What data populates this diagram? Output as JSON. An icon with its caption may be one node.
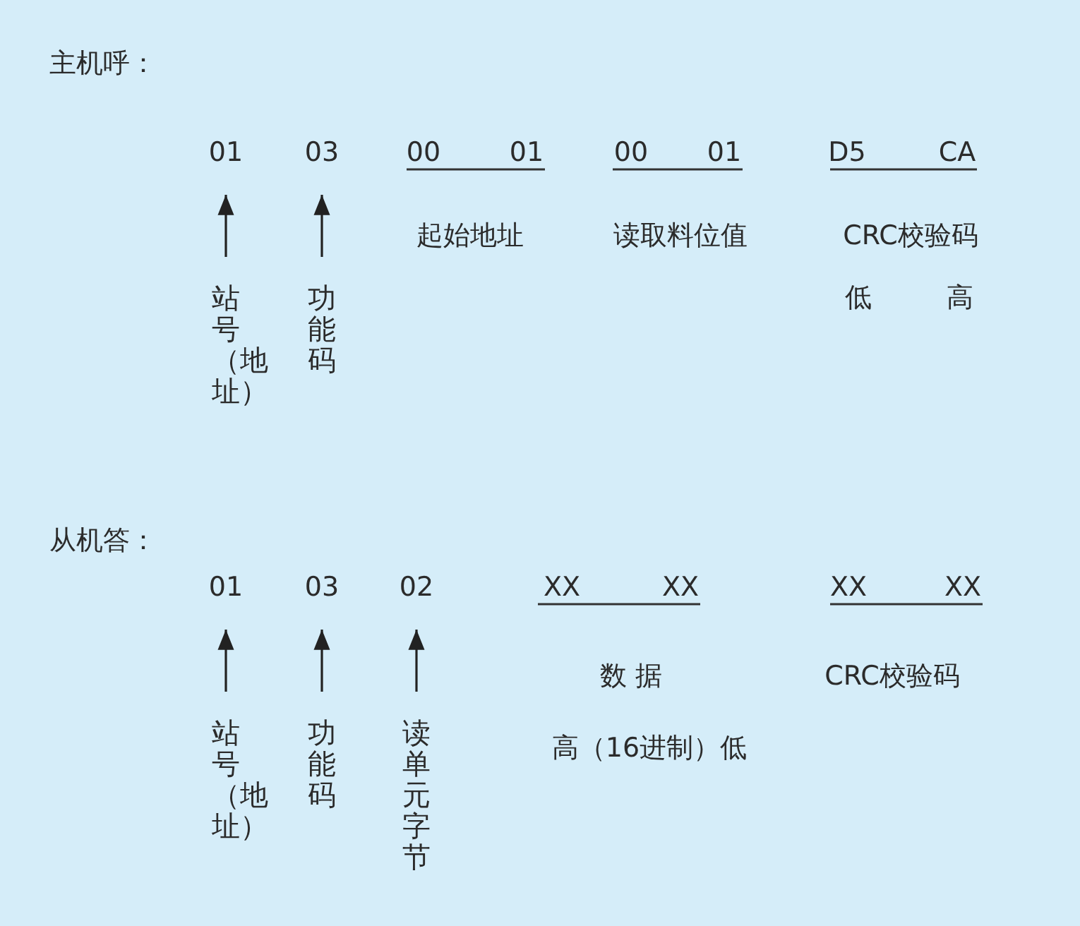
{
  "diagram": {
    "nodes": [
      {
        "text": [
          "01"
        ]
      },
      {
        "text": [
          "03"
        ]
      },
      {
        "text": [
          "站号（地址）"
        ]
      },
      {
        "text": [
          "功能码"
        ]
      },
      {
        "text": [
          "01"
        ]
      },
      {
        "text": [
          "03"
        ]
      },
      {
        "text": [
          "02"
        ]
      },
      {
        "text": [
          "站号（地址）"
        ]
      },
      {
        "text": [
          "功能码"
        ]
      },
      {
        "text": [
          "读单元字节"
        ]
      }
    ],
    "edges": [
      {
        "from": 2,
        "to": 0,
        "arrow": "to"
      },
      {
        "from": 3,
        "to": 1,
        "arrow": "to"
      },
      {
        "from": 7,
        "to": 4,
        "arrow": "to"
      },
      {
        "from": 8,
        "to": 5,
        "arrow": "to"
      },
      {
        "from": 9,
        "to": 6,
        "arrow": "to"
      }
    ],
    "labels": [
      "主机呼：",
      "00",
      "01",
      "00",
      "01",
      "D5",
      "CA",
      "起始地址",
      "读取料位值",
      "CRC校验码",
      "低",
      "高",
      "从机答：",
      "XX",
      "XX",
      "XX",
      "XX",
      "数 据",
      "CRC校验码",
      "高（16进制）低"
    ]
  }
}
